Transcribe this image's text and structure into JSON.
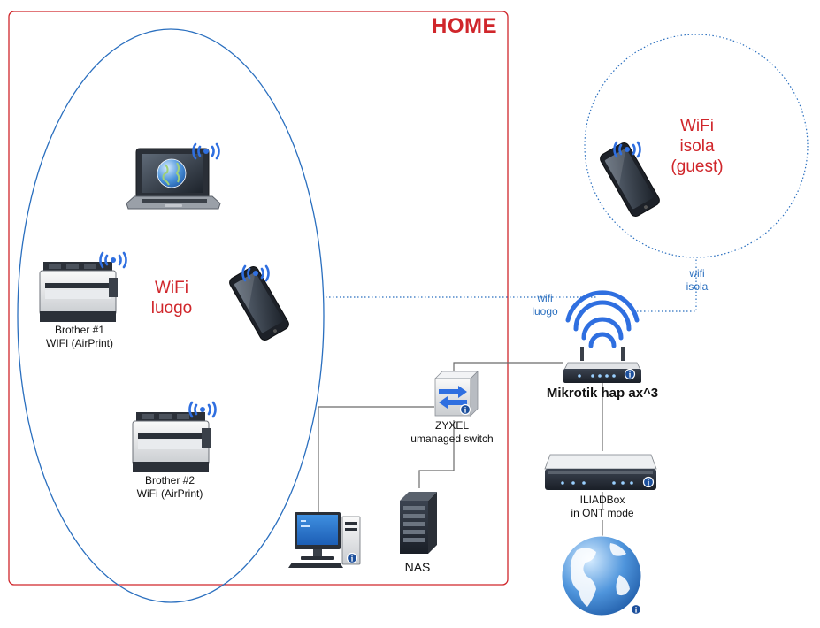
{
  "home": {
    "title": "HOME"
  },
  "zones": {
    "luogo": {
      "line1": "WiFi",
      "line2": "luogo"
    },
    "isola": {
      "line1": "WiFi",
      "line2": "isola",
      "line3": "(guest)"
    }
  },
  "links": {
    "luogo": {
      "line1": "wifi",
      "line2": "luogo"
    },
    "isola": {
      "line1": "wifi",
      "line2": "isola"
    }
  },
  "devices": {
    "router": {
      "label": "Mikrotik hap ax^3"
    },
    "switch": {
      "line1": "ZYXEL",
      "line2": "umanaged switch"
    },
    "ont": {
      "line1": "ILIADBox",
      "line2": "in ONT mode"
    },
    "nas": {
      "label": "NAS"
    },
    "printer1": {
      "line1": "Brother #1",
      "line2": "WIFI (AirPrint)"
    },
    "printer2": {
      "line1": "Brother #2",
      "line2": "WiFi (AirPrint)"
    }
  },
  "colors": {
    "home_border": "#d0262b",
    "zone_border": "#2a6fbf",
    "wifi_link": "#2a6fbf",
    "wired_link": "#6b6b6b",
    "wifi_signal": "#2f6fe0"
  }
}
